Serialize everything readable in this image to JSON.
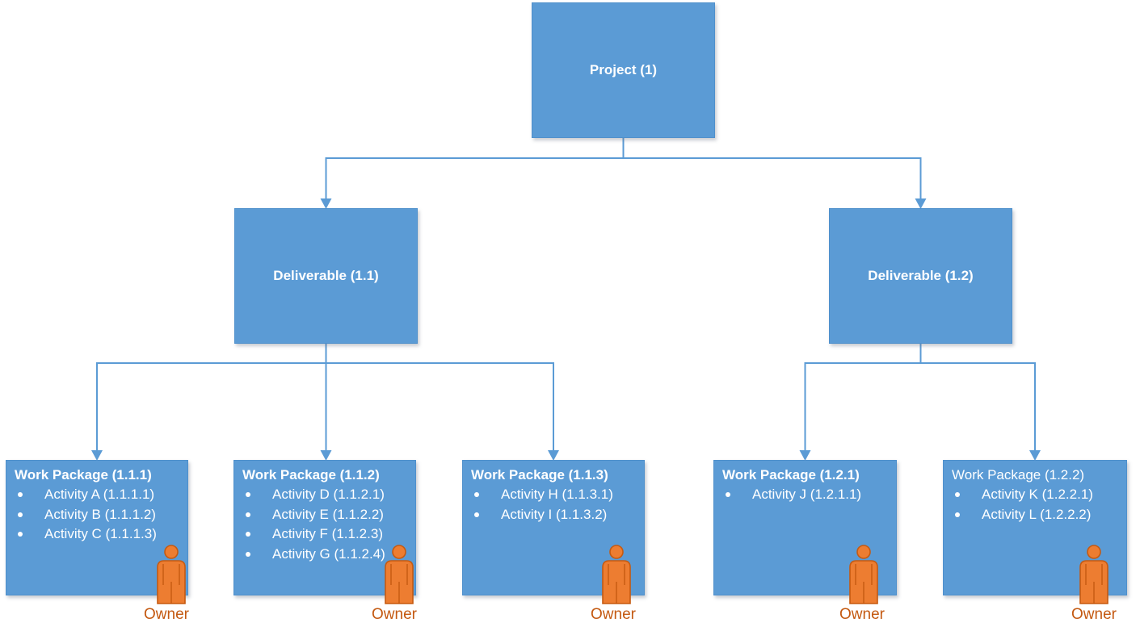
{
  "colors": {
    "node_fill": "#5B9BD5",
    "node_text": "#FFFFFF",
    "connector": "#5B9BD5",
    "person_fill": "#ED7D31",
    "person_stroke": "#C55A11",
    "owner_text": "#C45911"
  },
  "tree": {
    "project": {
      "label": "Project (1)"
    },
    "deliverables": [
      {
        "label": "Deliverable (1.1)"
      },
      {
        "label": "Deliverable (1.2)"
      }
    ],
    "work_packages": [
      {
        "title": "Work Package (1.1.1)",
        "activities": [
          "Activity A (1.1.1.1)",
          "Activity B (1.1.1.2)",
          "Activity C (1.1.1.3)"
        ],
        "owner_label": "Owner"
      },
      {
        "title": "Work Package (1.1.2)",
        "activities": [
          "Activity D (1.1.2.1)",
          "Activity E (1.1.2.2)",
          "Activity F (1.1.2.3)",
          "Activity G (1.1.2.4)"
        ],
        "owner_label": "Owner"
      },
      {
        "title": "Work Package (1.1.3)",
        "activities": [
          "Activity H (1.1.3.1)",
          "Activity I (1.1.3.2)"
        ],
        "owner_label": "Owner"
      },
      {
        "title": "Work Package (1.2.1)",
        "activities": [
          "Activity J (1.2.1.1)"
        ],
        "owner_label": "Owner"
      },
      {
        "title": "Work Package (1.2.2)",
        "activities": [
          "Activity K (1.2.2.1)",
          "Activity L (1.2.2.2)"
        ],
        "owner_label": "Owner"
      }
    ]
  }
}
